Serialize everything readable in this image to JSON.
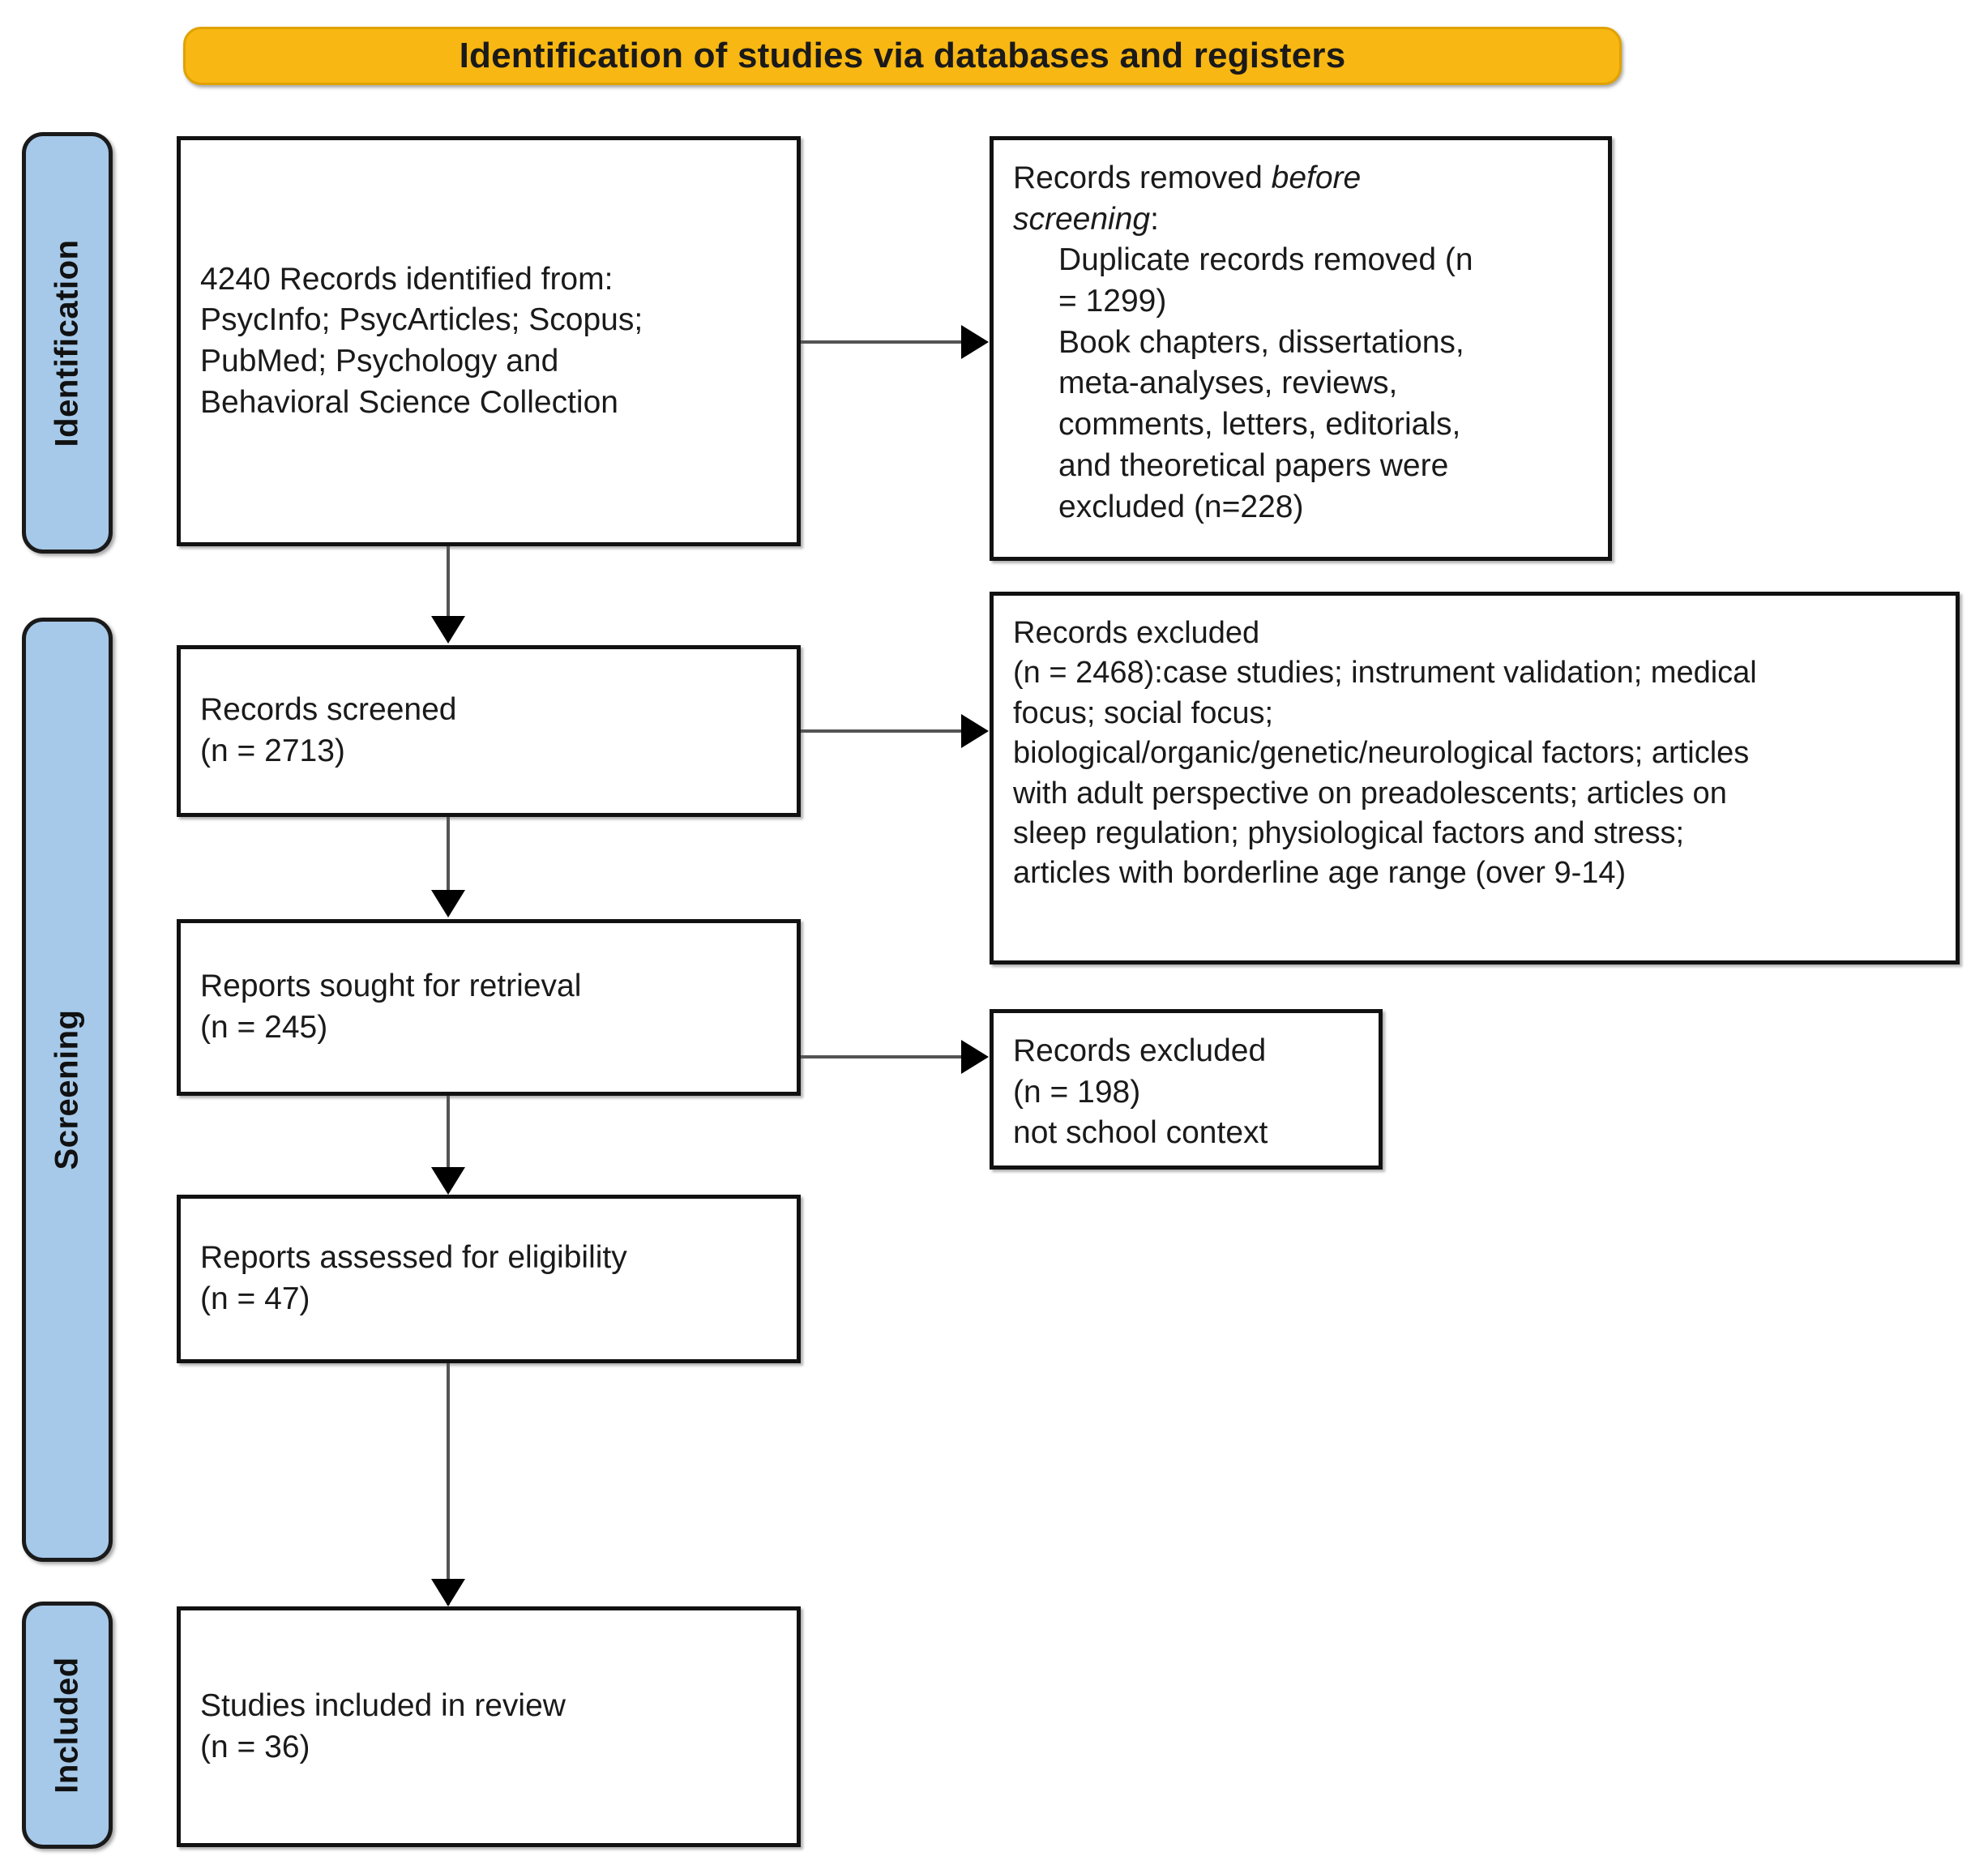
{
  "diagram": {
    "title": "Identification of studies via databases and registers",
    "type": "PRISMA flow diagram",
    "colors": {
      "banner": "#F8B712",
      "phase_pill": "#A6C9E9",
      "box_border": "#111111",
      "connector": "#545454",
      "background": "#FFFFFF"
    }
  },
  "phases": [
    {
      "label": "Identification"
    },
    {
      "label": "Screening"
    },
    {
      "label": "Included"
    }
  ],
  "boxes": {
    "identified": {
      "lines": [
        "4240 Records identified from:",
        "PsycInfo; PsycArticles; Scopus;",
        "PubMed; Psychology and",
        "Behavioral Science Collection"
      ],
      "count": 4240
    },
    "removed_before_screening": {
      "heading_plain": "Records removed ",
      "heading_italic_1": "before",
      "heading_italic_2": "screening",
      "heading_colon": ":",
      "items": [
        "Duplicate records removed (n",
        "= 1299)",
        "Book chapters, dissertations,",
        "meta-analyses, reviews,",
        "comments, letters, editorials,",
        "and theoretical papers were",
        "excluded (n=228)"
      ],
      "duplicates_n": 1299,
      "other_excluded_n": 228
    },
    "records_screened": {
      "lines": [
        "Records screened",
        "(n = 2713)"
      ],
      "count": 2713
    },
    "records_excluded_screening": {
      "lines": [
        "Records excluded",
        "(n = 2468):case studies; instrument validation; medical",
        "focus; social focus;",
        "biological/organic/genetic/neurological factors; articles",
        "with adult perspective on preadolescents; articles on",
        "sleep regulation; physiological factors and stress;",
        "articles with borderline age range (over 9-14)"
      ],
      "count": 2468
    },
    "reports_sought": {
      "lines": [
        "Reports sought for retrieval",
        "(n = 245)"
      ],
      "count": 245
    },
    "records_excluded_retrieval": {
      "lines": [
        "Records excluded",
        "(n = 198)",
        "not school context"
      ],
      "count": 198
    },
    "reports_assessed": {
      "lines": [
        "Reports assessed for eligibility",
        "(n = 47)"
      ],
      "count": 47
    },
    "studies_included": {
      "lines": [
        "Studies included in review",
        "(n = 36)"
      ],
      "count": 36
    }
  }
}
